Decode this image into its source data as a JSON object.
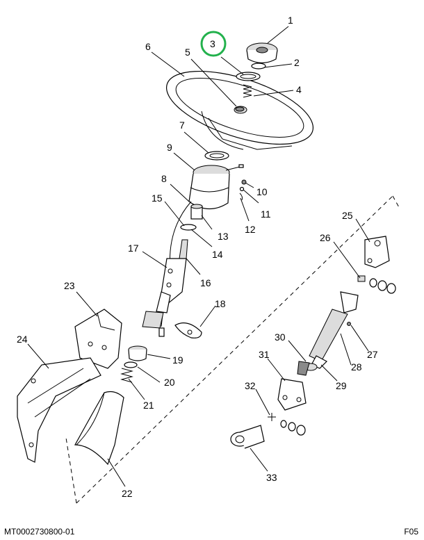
{
  "callouts": [
    {
      "id": "1",
      "label": "1"
    },
    {
      "id": "2",
      "label": "2"
    },
    {
      "id": "3",
      "label": "3"
    },
    {
      "id": "4",
      "label": "4"
    },
    {
      "id": "5",
      "label": "5"
    },
    {
      "id": "6",
      "label": "6"
    },
    {
      "id": "7",
      "label": "7"
    },
    {
      "id": "8",
      "label": "8"
    },
    {
      "id": "9",
      "label": "9"
    },
    {
      "id": "10",
      "label": "10"
    },
    {
      "id": "11",
      "label": "11"
    },
    {
      "id": "12",
      "label": "12"
    },
    {
      "id": "13",
      "label": "13"
    },
    {
      "id": "14",
      "label": "14"
    },
    {
      "id": "15",
      "label": "15"
    },
    {
      "id": "16",
      "label": "16"
    },
    {
      "id": "17",
      "label": "17"
    },
    {
      "id": "18",
      "label": "18"
    },
    {
      "id": "19",
      "label": "19"
    },
    {
      "id": "20",
      "label": "20"
    },
    {
      "id": "21",
      "label": "21"
    },
    {
      "id": "22",
      "label": "22"
    },
    {
      "id": "23",
      "label": "23"
    },
    {
      "id": "24",
      "label": "24"
    },
    {
      "id": "25",
      "label": "25"
    },
    {
      "id": "26",
      "label": "26"
    },
    {
      "id": "27",
      "label": "27"
    },
    {
      "id": "28",
      "label": "28"
    },
    {
      "id": "29",
      "label": "29"
    },
    {
      "id": "30",
      "label": "30"
    },
    {
      "id": "31",
      "label": "31"
    },
    {
      "id": "32",
      "label": "32"
    },
    {
      "id": "33",
      "label": "33"
    }
  ],
  "highlighted_callout": "3",
  "highlight_color": "#22b14c",
  "footer": {
    "left": "MT0002730800-01",
    "right": "F05"
  }
}
